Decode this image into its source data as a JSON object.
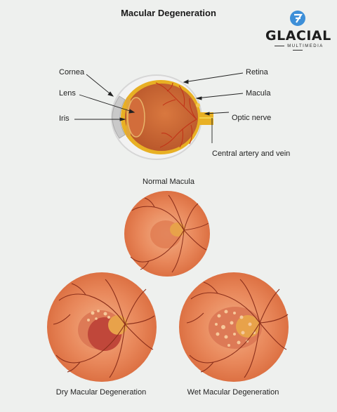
{
  "title": "Macular Degeneration",
  "logo": {
    "name": "GLACIAL",
    "subtitle": "MULTIMEDIA",
    "badge_color": "#3d8fd8"
  },
  "eye_labels": {
    "cornea": "Cornea",
    "lens": "Lens",
    "iris": "Iris",
    "retina": "Retina",
    "macula": "Macula",
    "optic_nerve": "Optic nerve",
    "central_artery": "Central artery and vein"
  },
  "retina_views": {
    "normal": "Normal Macula",
    "dry": "Dry Macular Degeneration",
    "wet": "Wet Macular Degeneration"
  },
  "colors": {
    "background": "#eef0ee",
    "retina": "#e88a5c",
    "vessel": "#8a2e1a",
    "macula": "#e4a045"
  }
}
